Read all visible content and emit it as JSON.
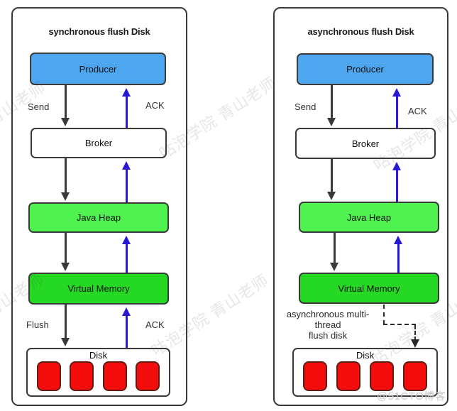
{
  "panels": [
    {
      "title": "synchronous flush Disk",
      "producer": "Producer",
      "broker": "Broker",
      "java_heap": "Java Heap",
      "virtual_memory": "Virtual Memory",
      "disk_label": "Disk",
      "send_label": "Send",
      "ack_top_label": "ACK",
      "flush_label": "Flush",
      "ack_bottom_label": "ACK"
    },
    {
      "title": "asynchronous flush Disk",
      "producer": "Producer",
      "broker": "Broker",
      "java_heap": "Java Heap",
      "virtual_memory": "Virtual Memory",
      "disk_label": "Disk",
      "send_label": "Send",
      "ack_top_label": "ACK",
      "async_note": [
        "asynchronous multi-",
        "thread",
        "flush disk"
      ]
    }
  ],
  "watermarks": {
    "diagonal_text": "咕泡学院 青山老师",
    "credit": "@51CTO博客"
  },
  "colors": {
    "producer_fill": "#4da6ee",
    "java_heap_fill": "#50f250",
    "virtual_memory_fill": "#24d824",
    "disk_block_fill": "#f50d0d",
    "flow_arrow": "#3a3a3a",
    "ack_arrow": "#2819d7",
    "border": "#3a3a3a"
  }
}
